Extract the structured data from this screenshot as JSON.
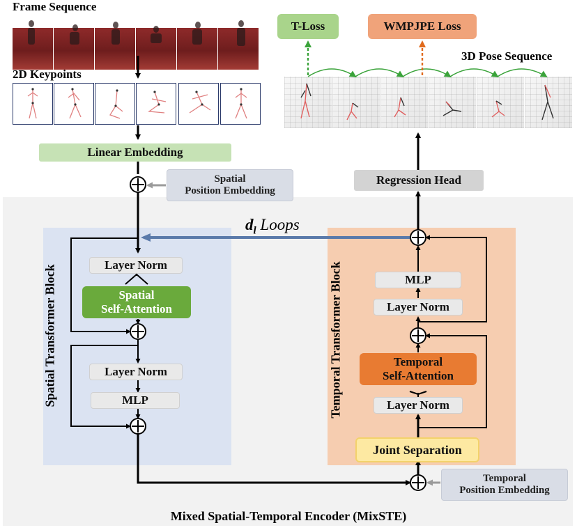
{
  "frame_sequence": {
    "title": "Frame Sequence"
  },
  "keypoints": {
    "title": "2D Keypoints"
  },
  "embedding": {
    "linear": "Linear Embedding",
    "spatial_pos_line1": "Spatial",
    "spatial_pos_line2": "Position Embedding",
    "temporal_pos_line1": "Temporal",
    "temporal_pos_line2": "Position Embedding"
  },
  "output": {
    "pose_title": "3D Pose Sequence",
    "t_loss": "T-Loss",
    "wmpjpe_loss": "WMPJPE Loss",
    "regression_head": "Regression Head"
  },
  "spatial_block": {
    "title": "Spatial Transformer Block",
    "layer_norm_1": "Layer Norm",
    "attention_line1": "Spatial",
    "attention_line2": "Self-Attention",
    "layer_norm_2": "Layer Norm",
    "mlp": "MLP"
  },
  "temporal_block": {
    "title": "Temporal Transformer Block",
    "mlp": "MLP",
    "layer_norm_top": "Layer Norm",
    "attention_line1": "Temporal",
    "attention_line2": "Self-Attention",
    "layer_norm_bottom": "Layer Norm",
    "joint_separation": "Joint Separation"
  },
  "loops": {
    "symbol": "d",
    "subscript": "l",
    "text": "Loops"
  },
  "encoder": {
    "title": "Mixed Spatial-Temporal Encoder (MixSTE)"
  },
  "colors": {
    "spatial_bg": "#dbe3f2",
    "temporal_bg": "#f6cdb0",
    "encoder_bg": "#f2f2f2",
    "linear_green": "#c6e2b5",
    "spatial_attn": "#6aaa3c",
    "temporal_attn": "#e87b32",
    "joint_sep": "#fde9a2",
    "loop_arrow": "#5a7aaa",
    "t_loss": "#a9d48b",
    "wmpjpe": "#f0a37a"
  }
}
